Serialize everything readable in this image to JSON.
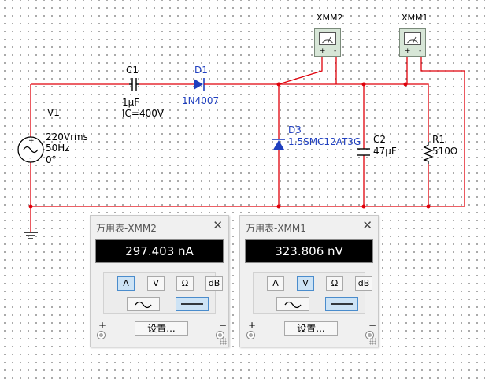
{
  "colors": {
    "wire": "#e0000a",
    "component": "#000000",
    "label_blue": "#1f3fbf"
  },
  "components": {
    "c1": {
      "ref": "C1",
      "value": "1µF",
      "ic": "IC=400V"
    },
    "d1": {
      "ref": "D1",
      "model": "1N4007"
    },
    "v1": {
      "ref": "V1",
      "amplitude": "220Vrms",
      "frequency": "50Hz",
      "phase": "0°"
    },
    "d3": {
      "ref": "D3",
      "model": "1.5SMC12AT3G"
    },
    "c2": {
      "ref": "C2",
      "value": "47µF"
    },
    "r1": {
      "ref": "R1",
      "value": "510Ω"
    },
    "xmm2": {
      "ref": "XMM2",
      "plus": "+",
      "minus": "-"
    },
    "xmm1": {
      "ref": "XMM1",
      "plus": "+",
      "minus": "-"
    }
  },
  "panels": [
    {
      "title": "万用表-XMM2",
      "reading": "297.403 nA",
      "close": "✕",
      "modes": [
        "A",
        "V",
        "Ω",
        "dB"
      ],
      "active_mode": "A",
      "active_wave": "dc",
      "settings_label": "设置...",
      "plus": "+",
      "minus": "−"
    },
    {
      "title": "万用表-XMM1",
      "reading": "323.806 nV",
      "close": "✕",
      "modes": [
        "A",
        "V",
        "Ω",
        "dB"
      ],
      "active_mode": "V",
      "active_wave": "dc",
      "settings_label": "设置...",
      "plus": "+",
      "minus": "−"
    }
  ]
}
